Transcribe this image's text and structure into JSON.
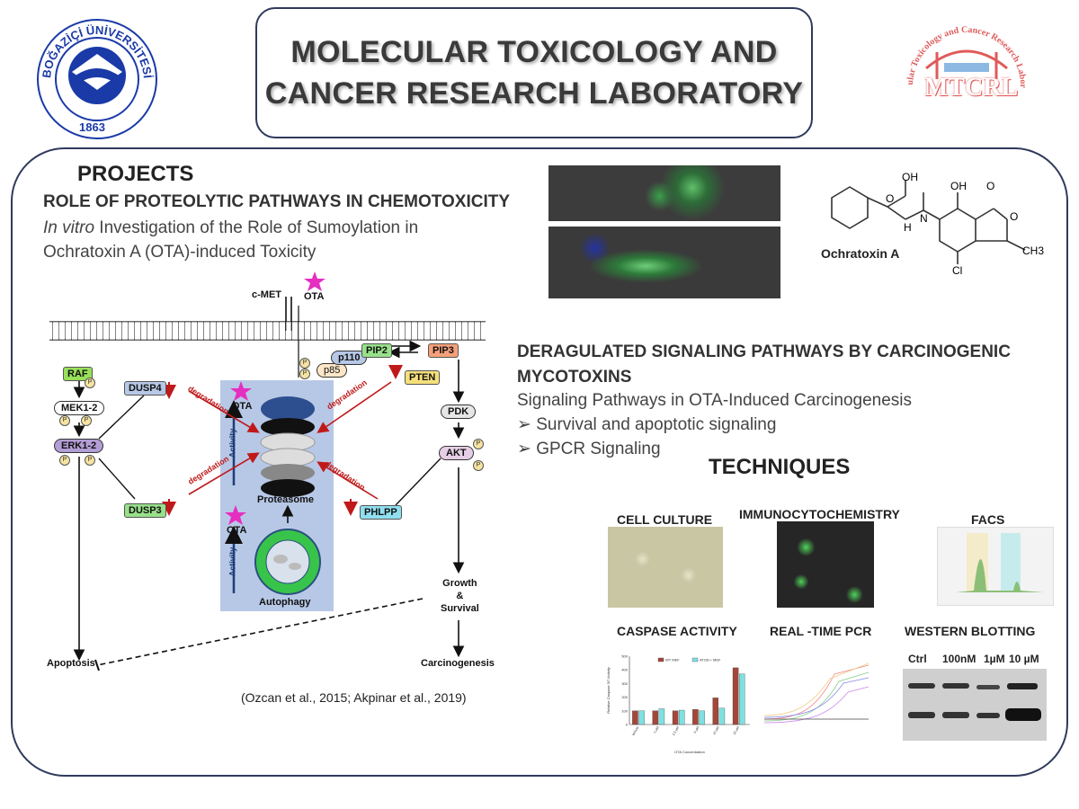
{
  "header": {
    "title_line1": "MOLECULAR TOXICOLOGY AND",
    "title_line2": "CANCER RESEARCH LABORATORY",
    "left_logo": {
      "text": "BOĞAZİÇİ ÜNİVERSİTESİ",
      "year": "1863",
      "color": "#1a3aa8"
    },
    "right_logo": {
      "acronym": "MTCRL",
      "ring_text": "Molecular Toxicology and Cancer Research Laboratory",
      "color": "#e05a5a"
    }
  },
  "projects": {
    "heading": "PROJECTS",
    "project1": {
      "title": "ROLE OF PROTEOLYTIC PATHWAYS IN CHEMOTOXICITY",
      "line1_italic": "In vitro",
      "line1_rest": " Investigation of the Role of Sumoylation in",
      "line2": "Ochratoxin A (OTA)-induced Toxicity"
    },
    "project2": {
      "title_line1": "DERAGULATED SIGNALING PATHWAYS BY CARCINOGENIC",
      "title_line2": "MYCOTOXINS",
      "subtitle": "Signaling  Pathways in OTA-Induced Carcinogenesis",
      "bullets": [
        "Survival and apoptotic signaling",
        "GPCR Signaling"
      ],
      "bullet_symbol": "➢"
    }
  },
  "molecule": {
    "name": "Ochratoxin A",
    "labels": [
      "OH",
      "O",
      "OH",
      "O",
      "N",
      "H",
      "O",
      "CH3",
      "Cl"
    ]
  },
  "pathway": {
    "nodes": {
      "cmet": "c-MET",
      "ota_top": "OTA",
      "raf": "RAF",
      "mek": "MEK1-2",
      "erk": "ERK1-2",
      "dusp4": "DUSP4",
      "dusp3": "DUSP3",
      "p110": "p110",
      "p85": "p85",
      "pip2": "PIP2",
      "pip3": "PIP3",
      "pten": "PTEN",
      "pdk": "PDK",
      "akt": "AKT",
      "phlpp": "PHLPP",
      "proteasome": "Proteasome",
      "autophagy": "Autophagy",
      "ota_prot": "OTA",
      "ota_auto": "OTA",
      "activity1": "Activity",
      "activity2": "Activity",
      "growth": "Growth",
      "amp": "&",
      "survival": "Survival",
      "apoptosis": "Apoptosis",
      "carcinogenesis": "Carcinogenesis",
      "p": "P"
    },
    "edges": {
      "degradation": "degradation"
    },
    "citation": "(Ozcan et al., 2015; Akpinar et al., 2019)"
  },
  "techniques": {
    "heading": "TECHNIQUES",
    "items": [
      {
        "label": "CELL CULTURE"
      },
      {
        "label": "IMMUNOCYTOCHEMISTRY"
      },
      {
        "label": "FACS"
      },
      {
        "label": "CASPASE ACTIVITY"
      },
      {
        "label": "REAL -TIME PCR"
      },
      {
        "label": "WESTERN BLOTTING"
      }
    ],
    "western_lanes": [
      "Ctrl",
      "100nM",
      "1µM",
      "10 µM"
    ]
  },
  "caspase_chart": {
    "type": "bar",
    "ylabel": "Relative Caspase 3/7 Activity",
    "xlabel": "OTA Concentration",
    "categories": [
      "Vehicle",
      "1 µM",
      "2.5 µM",
      "5 µM",
      "10 µM",
      "15 µM"
    ],
    "ylim": [
      0,
      500
    ],
    "yticks": [
      "0",
      "100",
      "200",
      "300",
      "400",
      "500"
    ],
    "series": [
      {
        "name": "WT MEF",
        "color": "#a4473a",
        "values": [
          100,
          100,
          100,
          110,
          195,
          415
        ]
      },
      {
        "name": "ATG5-/- MEF",
        "color": "#7fe0e0",
        "values": [
          100,
          115,
          105,
          100,
          120,
          370
        ]
      }
    ]
  }
}
